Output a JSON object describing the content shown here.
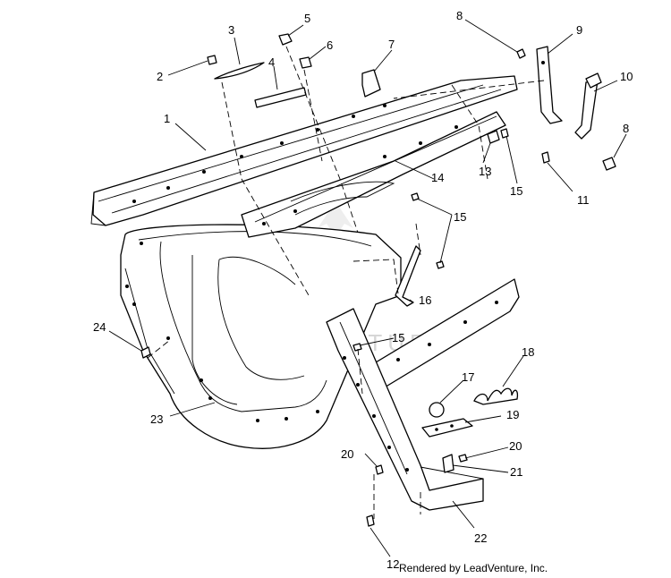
{
  "watermark": {
    "text": "LEADVENTURE"
  },
  "credit": "Rendered by LeadVenture, Inc.",
  "callouts": [
    "1",
    "2",
    "3",
    "4",
    "5",
    "6",
    "7",
    "8",
    "8",
    "9",
    "10",
    "11",
    "12",
    "13",
    "14",
    "15",
    "15",
    "15",
    "16",
    "17",
    "18",
    "19",
    "20",
    "20",
    "21",
    "22",
    "23",
    "24"
  ]
}
